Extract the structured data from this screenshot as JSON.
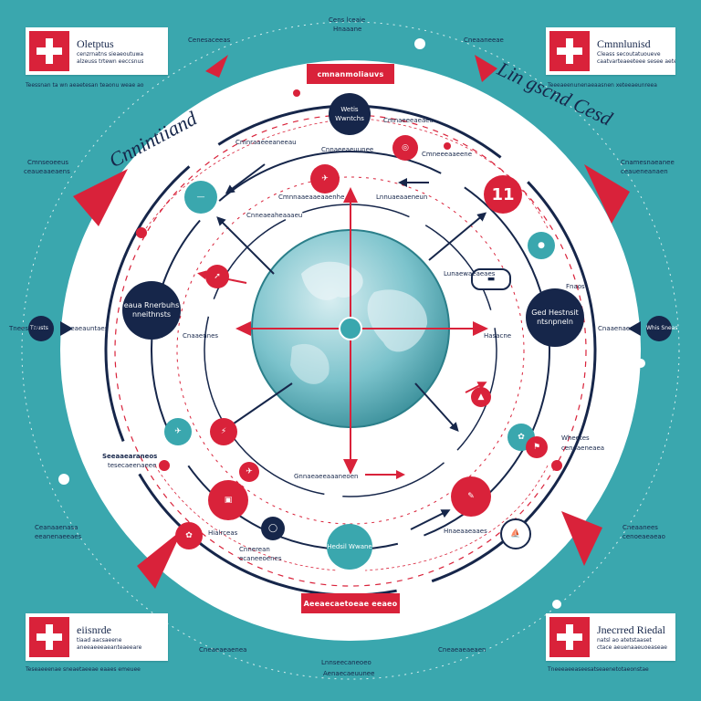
{
  "cards": {
    "top_left": {
      "title": "Oletptus",
      "lines": [
        "cenzrnatns  sieaeoutuwa",
        "alzeuss trtewn eeccsnus"
      ],
      "caption": "Teessnan ta wn aeaetesan teaonu weae ao"
    },
    "top_right": {
      "title": "Cmnnlunisd",
      "lines": [
        "Cleass secoutatuoueve",
        "caatvarteaeeteee sesee aetesae"
      ],
      "caption": "Teeeaeenunenaeaasnen xeteeaeunreea"
    },
    "bottom_left": {
      "title": "eiisnrde",
      "lines": [
        "tiaad aacsaeene",
        "aneeaeeeaeanteaeeare"
      ],
      "caption": "Teseaeeenae sneaetaeeae eaaes emeuee"
    },
    "bottom_right": {
      "title": "Jnecrred Riedal",
      "lines": [
        "natsl ao atetstaaset",
        "ctace aeuenaaeuoeaseae"
      ],
      "caption": "Tneeeaeeaseesatseaenetotaeonstae"
    }
  },
  "banners": {
    "top": "cmnanmoliauvs",
    "bottom": "Aeeaecaetoeae eeaeo"
  },
  "script_labels": {
    "left": "Cnnintiiand",
    "right": "Lin gscnd Cesd"
  },
  "top_caption": {
    "line1": "Cens lceaie",
    "line2": "Hnaaane"
  },
  "bottom_caption": {
    "line1": "Lnnseecaneoeo",
    "line2": "Aenaecaeuunee"
  },
  "hubs": {
    "left": "eaua Rnerbuhs nneithnsts",
    "right": "Ged Hestnsit ntsnpneln",
    "top": "Wetis Wwntchs",
    "bottom": "Hedsil Wwane"
  },
  "big_number": "11",
  "labels": {
    "ring_top_left": "Cmnraaeeeaneeau",
    "ring_top_right": "Cmnaeeeaeaea",
    "mid_left_1": "Cmnnaaeaaeaaenhe",
    "mid_left_2": "Cnneaeaheaaaeu",
    "mid_right_1": "Lnnuaeaaeneun",
    "mid_right_2": "Lunaewaeaeaes",
    "upper_center": "Cnnaeeaeuunee",
    "upper_center_2": "Cmneeeaaeene",
    "left_edge": "Tneesses",
    "left_edge_2": "Cneaeauntaes",
    "right_edge": "Fnaos",
    "right_edge_2": "Cnaaenaes",
    "center_left": "Cnaaennes",
    "center_right": "Hasacne",
    "lower_left": "Seeaaearaneos",
    "lower_left_2": "tesecaeenaeee",
    "lower_right": "Wheetes",
    "lower_right_2": "cenoaeneaea",
    "bottom_left_a": "Hialrceas",
    "bottom_left_b": "Cnnerean",
    "bottom_left_c": "ecaneeoenes",
    "bottom_mid": "Gnnaeaeeaaaneoen",
    "bottom_right_a": "Hnaeaaeaaes",
    "far_left_top": "Cmnseoeeus",
    "far_left_top_2": "ceaueaaeaens",
    "far_right_top": "Cnamesnaeanee",
    "far_right_top_2": "ceaueneanaen",
    "far_left_bottom": "Ceanaaenasa",
    "far_left_bottom_2": "eeanenaeeaes",
    "far_right_bottom": "Cneaanees",
    "far_right_bottom_2": "cenoeaeaeao",
    "outer_top_left": "Cenesaceeas",
    "outer_top_right": "Cneaaneeae",
    "outer_bottom_left": "Cneaeaeaenea",
    "outer_bottom_right": "Cneaeaeaeaen",
    "side_left_hub": "Tnusts",
    "side_right_hub": "Whis Sneas"
  },
  "colors": {
    "teal": "#3aa7ae",
    "navy": "#16264a",
    "red": "#d9223a",
    "white": "#ffffff"
  }
}
